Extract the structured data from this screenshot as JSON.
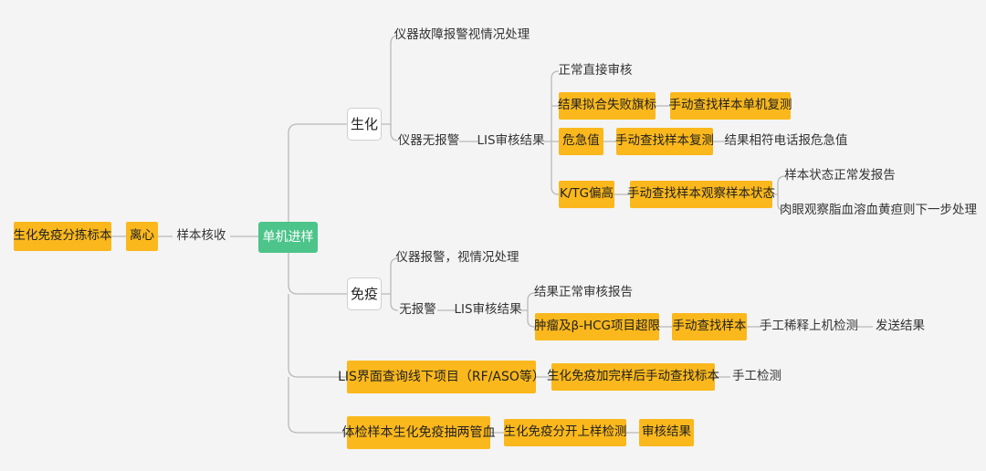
{
  "nodes": {
    "sort_samples": "生化免疫分拣标本",
    "centrifuge": "离心",
    "sample_check": "样本核收",
    "root": "单机进样",
    "biochem": "生化",
    "bio_instrument_alarm": "仪器故障报警视情况处理",
    "bio_no_alarm": "仪器无报警",
    "bio_lis_review": "LIS审核结果",
    "bio_normal_review": "正常直接审核",
    "bio_fit_fail": "结果拟合失败旗标",
    "bio_fit_fail_action": "手动查找样本单机复测",
    "bio_critical": "危急值",
    "bio_critical_action": "手动查找样本复测",
    "bio_critical_report": "结果相符电话报危急值",
    "bio_ktg_high": "K/TG偏高",
    "bio_ktg_action": "手动查找样本观察样本状态",
    "bio_state_normal": "样本状态正常发报告",
    "bio_state_abnormal": "肉眼观察脂血溶血黄疸则下一步处理",
    "immuno": "免疫",
    "imm_instrument_alarm": "仪器报警，视情况处理",
    "imm_no_alarm": "无报警",
    "imm_lis_review": "LIS审核结果",
    "imm_normal_report": "结果正常审核报告",
    "imm_tumor_hcg": "肿瘤及β-HCG项目超限",
    "imm_find_sample": "手动查找样本",
    "imm_manual_dilute": "手工稀释上机检测",
    "imm_send_result": "发送结果",
    "lis_offline_query": "LIS界面查询线下项目（RF/ASO等）",
    "lis_offline_action": "生化免疫加完样后手动查找标本",
    "lis_offline_manual": "手工检测",
    "physical_exam": "体检样本生化免疫抽两管血",
    "physical_exam_split": "生化免疫分开上样检测",
    "physical_exam_review": "审核结果"
  },
  "colors": {
    "highlight": "#fbb81c",
    "root": "#4cc48a",
    "connector": "#b9b9b9",
    "background": "#f4f4f4"
  }
}
